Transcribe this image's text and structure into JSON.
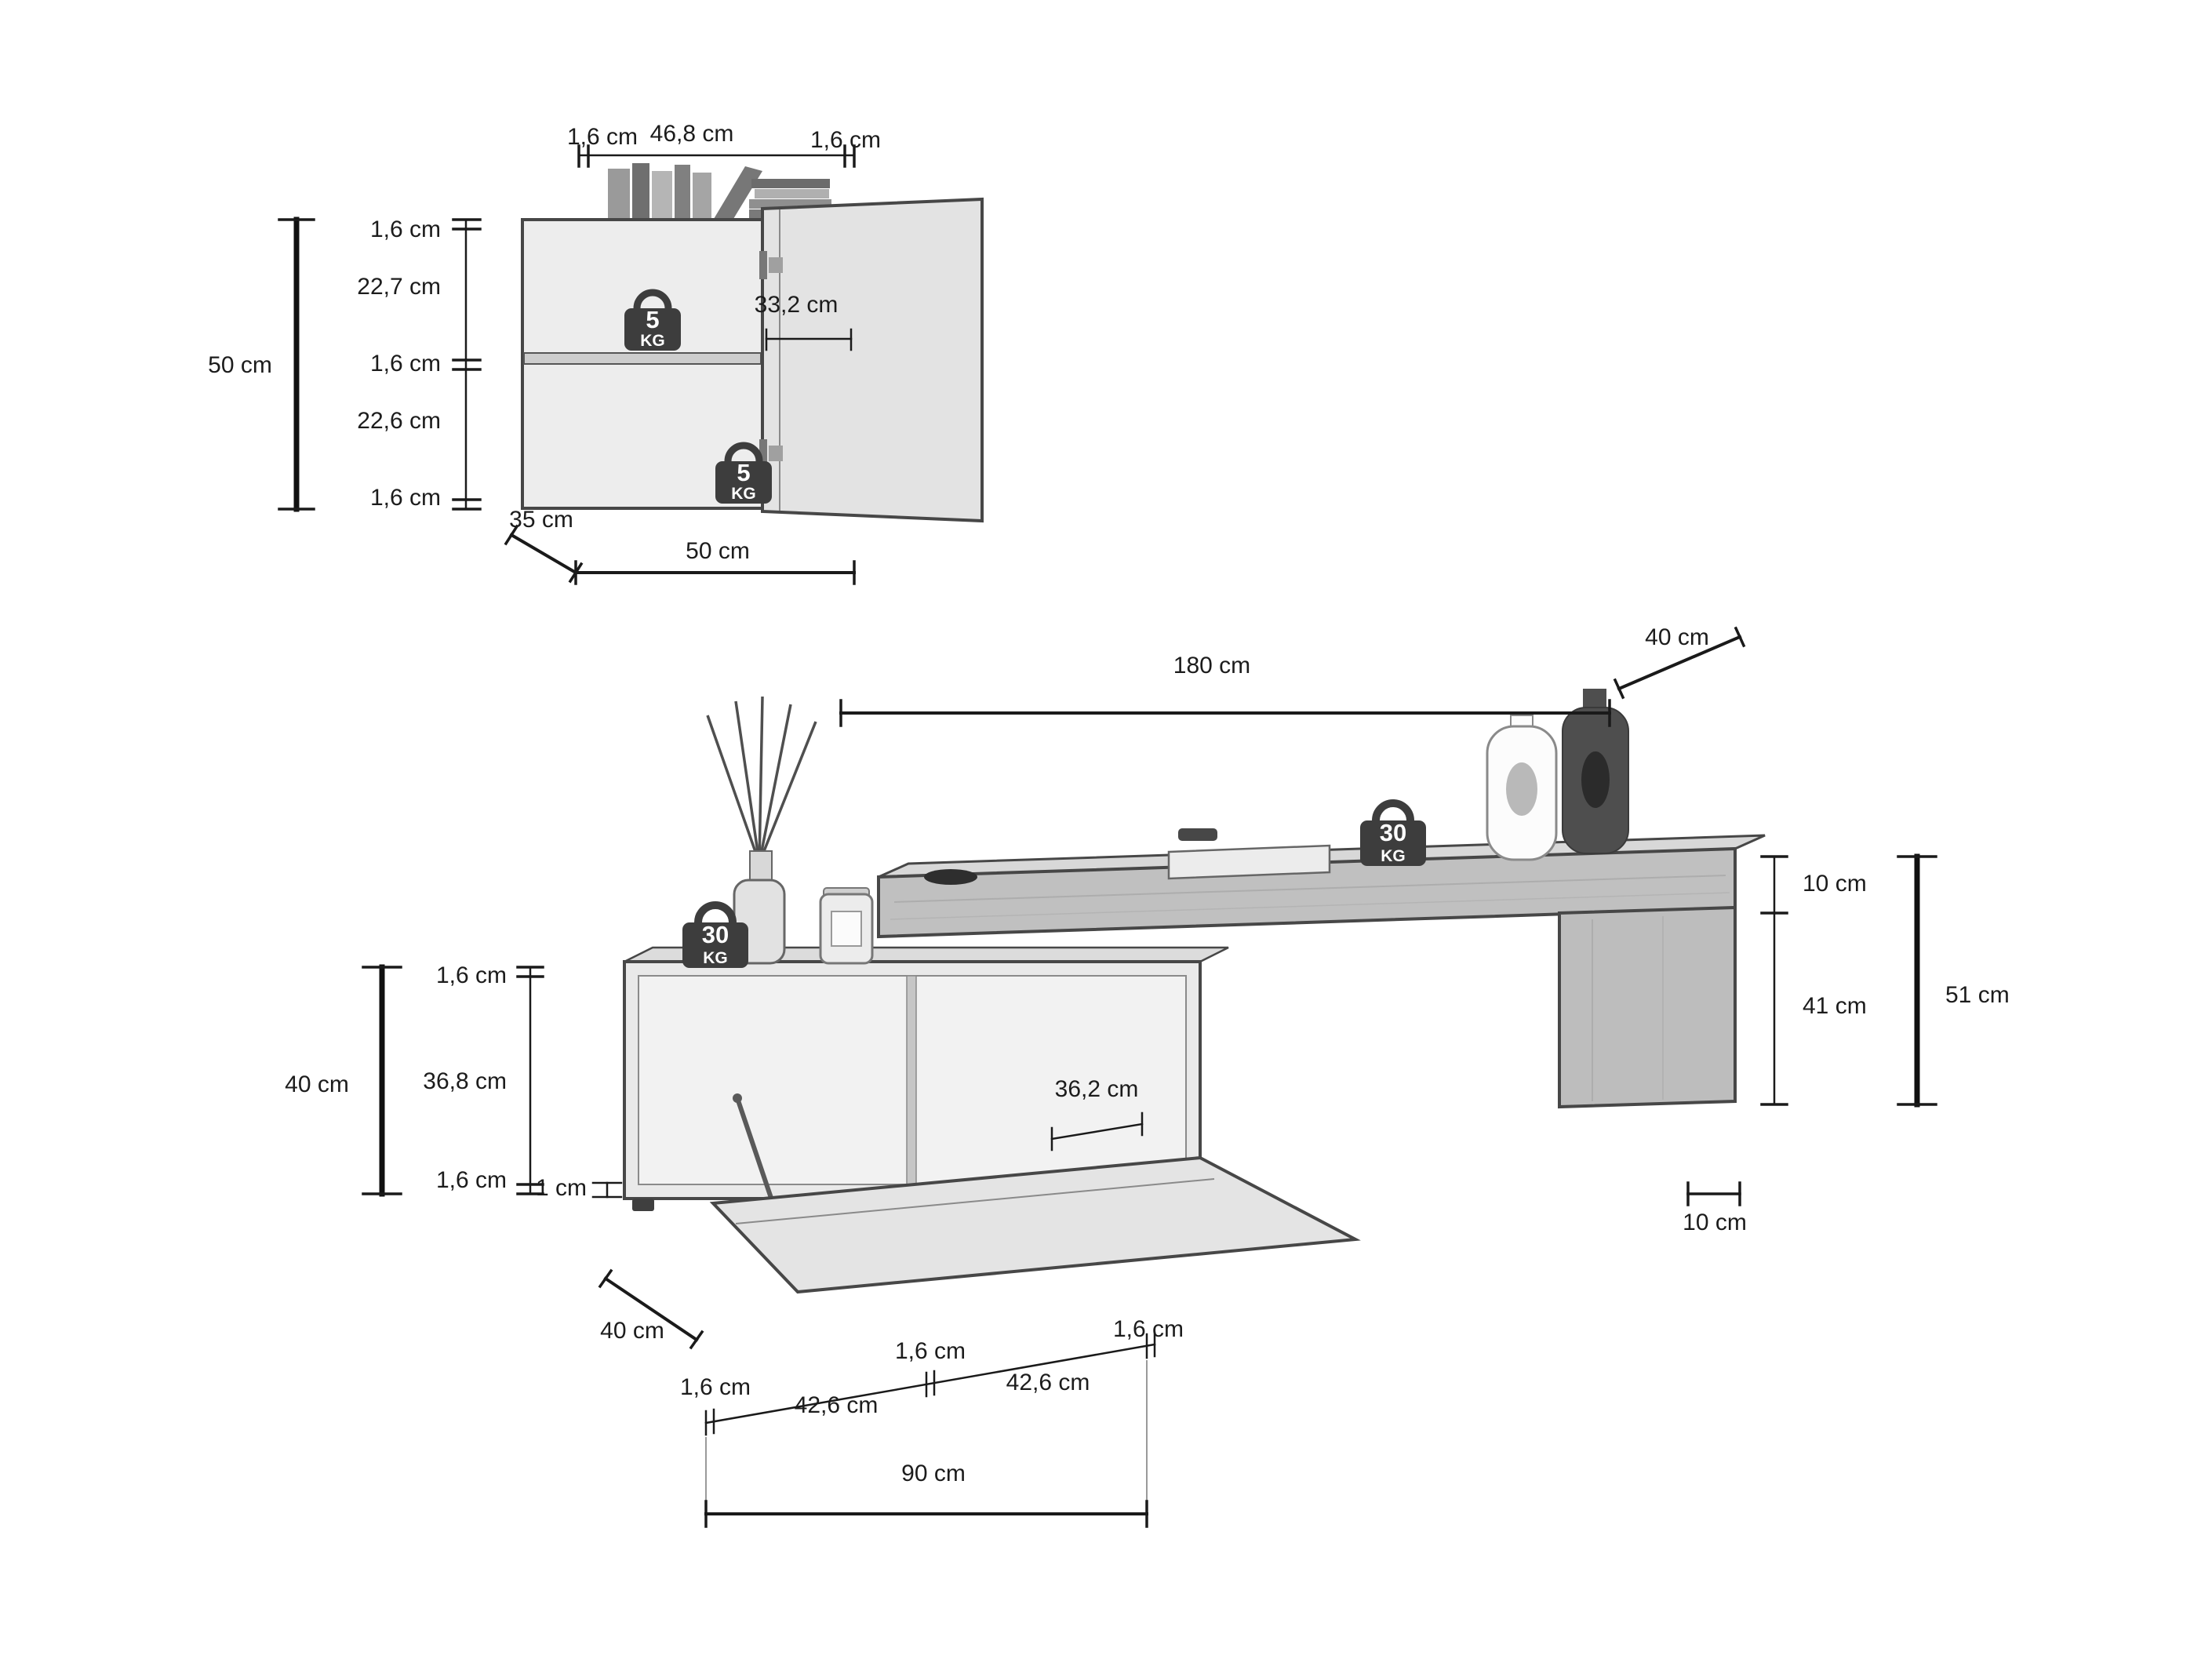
{
  "wall_cabinet": {
    "top": {
      "t_left": "1,6 cm",
      "width": "46,8 cm",
      "t_right": "1,6 cm"
    },
    "left": {
      "t1": "1,6 cm",
      "s1": "22,7 cm",
      "t2": "1,6 cm",
      "s2": "22,6 cm",
      "t3": "1,6 cm",
      "total": "50 cm"
    },
    "inner": {
      "door_width": "33,2 cm"
    },
    "bottom": {
      "depth": "35 cm",
      "width": "50 cm"
    },
    "weight_top": {
      "value": "5",
      "unit": "KG"
    },
    "weight_bottom": {
      "value": "5",
      "unit": "KG"
    }
  },
  "tv_stand": {
    "top": {
      "length": "180 cm",
      "depth": "40 cm"
    },
    "right": {
      "board": "10 cm",
      "leg": "41 cm",
      "total": "51 cm"
    },
    "left": {
      "t1": "1,6 cm",
      "inner": "36,8 cm",
      "t2": "1,6 cm",
      "total": "40 cm",
      "flap": "1 cm"
    },
    "inner": {
      "compartment": "36,2 cm"
    },
    "bottom": {
      "depth": "40 cm",
      "leg_edge": "10 cm",
      "t1": "1,6 cm",
      "s1": "42,6 cm",
      "t2": "1,6 cm",
      "s2": "42,6 cm",
      "t3": "1,6 cm",
      "total": "90 cm"
    },
    "weight_left": {
      "value": "30",
      "unit": "KG"
    },
    "weight_right": {
      "value": "30",
      "unit": "KG"
    }
  }
}
